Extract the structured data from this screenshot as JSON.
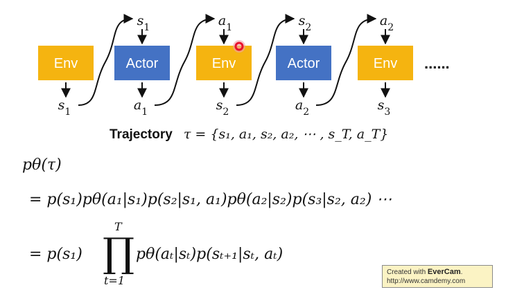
{
  "diagram": {
    "boxes": [
      "Env",
      "Actor",
      "Env",
      "Actor",
      "Env"
    ],
    "top_labels": [
      "s1",
      "a1",
      "s2",
      "a2"
    ],
    "bottom_labels": [
      "s1",
      "a1",
      "s2",
      "a2",
      "s3"
    ],
    "ellipsis": "......",
    "colors": {
      "env": "#f5b410",
      "actor": "#4472c4",
      "marker": "#e8112d"
    }
  },
  "trajectory": {
    "label": "Trajectory",
    "formula": "τ = {s₁, a₁, s₂, a₂, ⋯ , s_T, a_T}"
  },
  "equations": {
    "line1": "pθ(τ)",
    "line2": "= p(s₁)pθ(a₁|s₁)p(s₂|s₁, a₁)pθ(a₂|s₂)p(s₃|s₂, a₂) ⋯",
    "line3_prefix": "= p(s₁)",
    "product_symbol": "∏",
    "product_upper": "T",
    "product_lower": "t=1",
    "line3_suffix": "pθ(aₜ|sₜ)p(sₜ₊₁|sₜ, aₜ)"
  },
  "watermark": {
    "line1_prefix": "Created with ",
    "brand": "EverCam",
    "line1_suffix": ".",
    "line2": "http://www.camdemy.com"
  }
}
